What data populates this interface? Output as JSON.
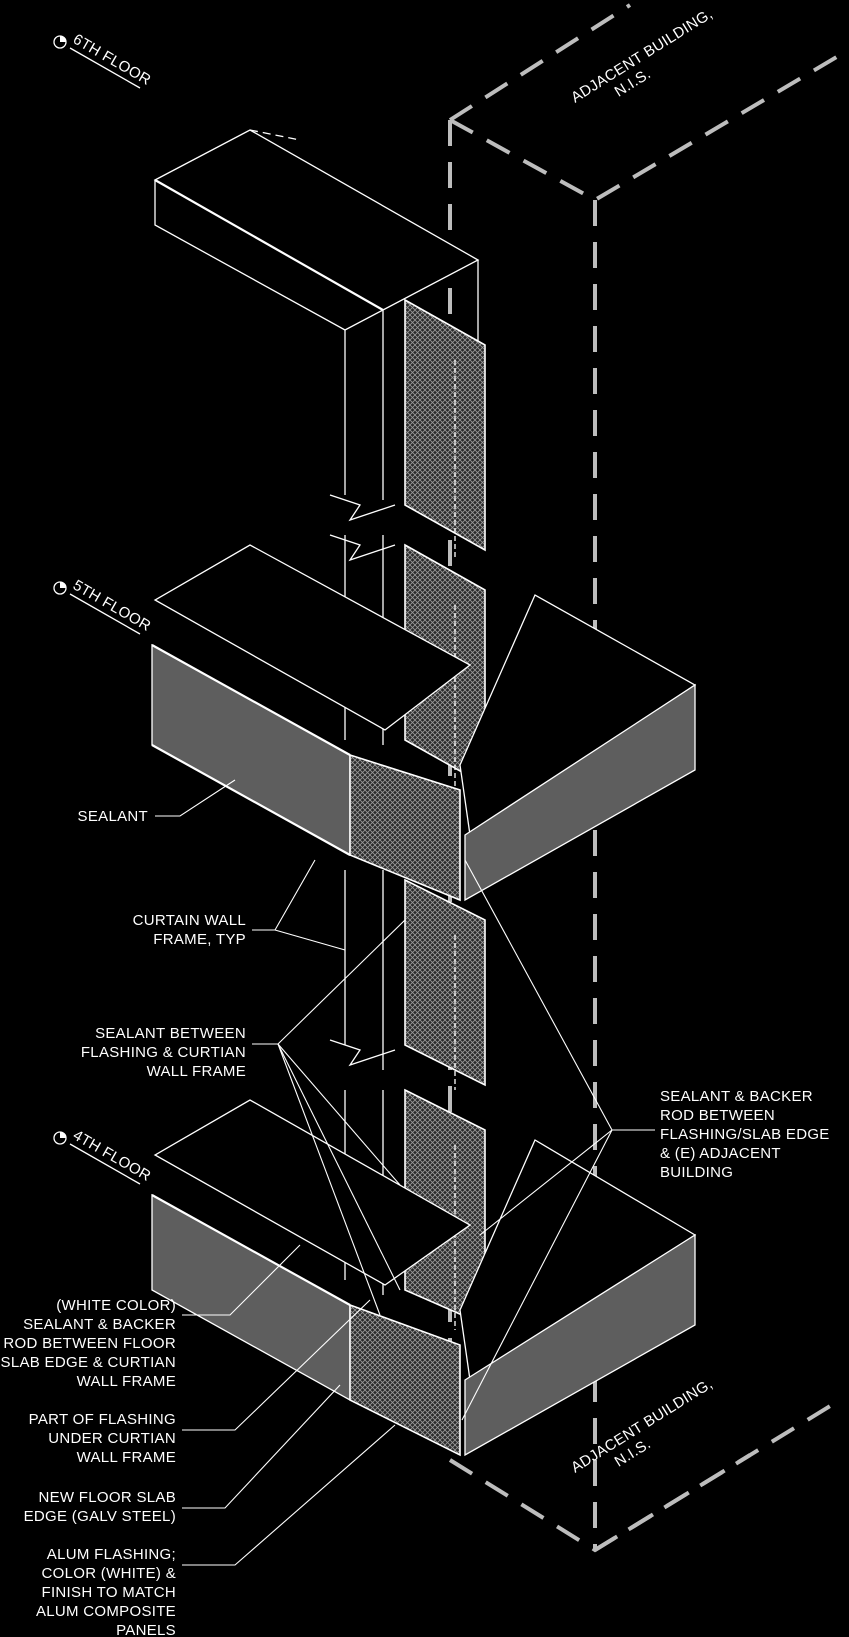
{
  "floors": {
    "sixth": "6TH FLOOR",
    "fifth": "5TH FLOOR",
    "fourth": "4TH FLOOR"
  },
  "adjacent_building": [
    "ADJACENT BUILDING,",
    "N.I.S."
  ],
  "callouts": {
    "sealant": [
      "SEALANT"
    ],
    "curtain_wall_frame": [
      "CURTAIN WALL",
      "FRAME, TYP"
    ],
    "sealant_between_flashing": [
      "SEALANT BETWEEN",
      "FLASHING & CURTIAN",
      "WALL FRAME"
    ],
    "sealant_backer_adjacent": [
      "SEALANT & BACKER",
      "ROD BETWEEN",
      "FLASHING/SLAB EDGE",
      "& (E) ADJACENT",
      "BUILDING"
    ],
    "white_sealant_backer": [
      "(WHITE COLOR)",
      "SEALANT & BACKER",
      "ROD BETWEEN FLOOR",
      "SLAB EDGE & CURTIAN",
      "WALL FRAME"
    ],
    "flashing_under_frame": [
      "PART OF FLASHING",
      "UNDER CURTIAN",
      "WALL FRAME"
    ],
    "new_floor_slab_edge": [
      "NEW FLOOR SLAB",
      "EDGE (GALV STEEL)"
    ],
    "alum_flashing": [
      "ALUM FLASHING;",
      "COLOR (WHITE) &",
      "FINISH TO MATCH",
      "ALUM COMPOSITE",
      "PANELS"
    ]
  },
  "colors": {
    "background": "#000000",
    "linework": "#ffffff",
    "slab_face": "#5e5e5e",
    "adjacent_building_dash": "#bdbdbd"
  }
}
